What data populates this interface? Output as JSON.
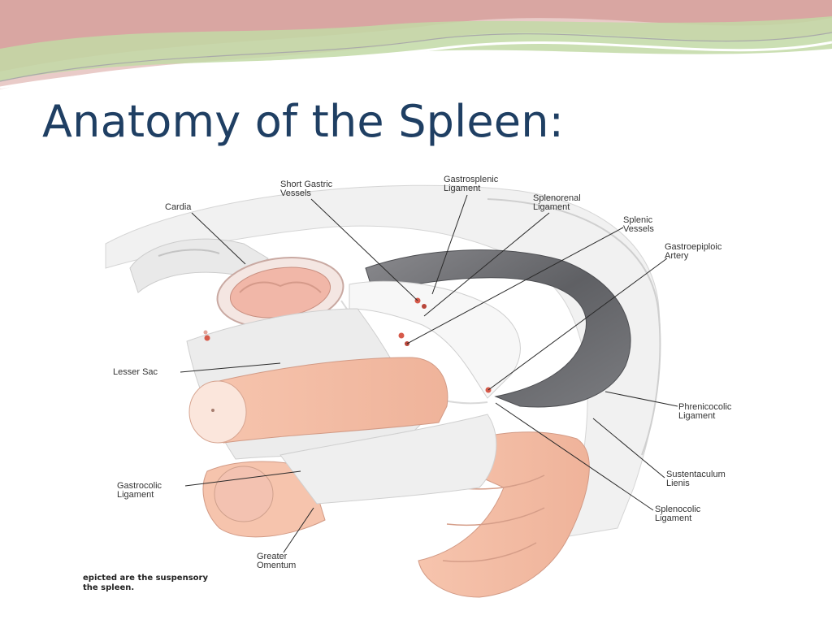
{
  "slide": {
    "title": "Anatomy of the Spleen:",
    "theme_colors": {
      "title": "#1f3f63",
      "wave_red": "#c98a82",
      "wave_green": "#b9d29b"
    }
  },
  "figure": {
    "labels": {
      "cardia": "Cardia",
      "short_gastric_vessels": "Short Gastric\nVessels",
      "gastrosplenic_ligament": "Gastrosplenic\nLigament",
      "splenorenal_ligament": "Splenorenal\nLigament",
      "splenic_vessels": "Splenic\nVessels",
      "gastroepiploic_artery": "Gastroepiploic\nArtery",
      "lesser_sac": "Lesser Sac",
      "phrenicocolic_ligament": "Phrenicocolic\nLigament",
      "gastrocolic_ligament": "Gastrocolic\nLigament",
      "sustentaculum_lienis": "Sustentaculum\nLienis",
      "splenocolic_ligament": "Splenocolic\nLigament",
      "greater_omentum": "Greater\nOmentum"
    },
    "caption": "epicted are the suspensory\nthe spleen."
  }
}
